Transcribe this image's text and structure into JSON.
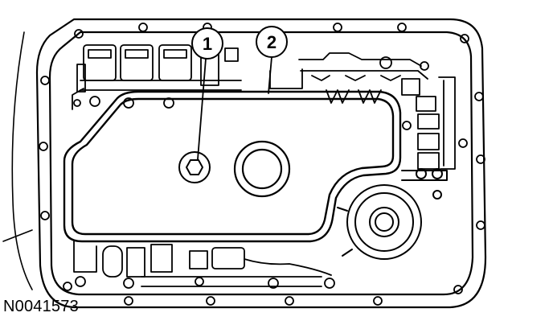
{
  "figure": {
    "id": "N0041573",
    "callouts": [
      {
        "number": "1",
        "part": "filter-bolt"
      },
      {
        "number": "2",
        "part": "filter-edge"
      }
    ]
  }
}
